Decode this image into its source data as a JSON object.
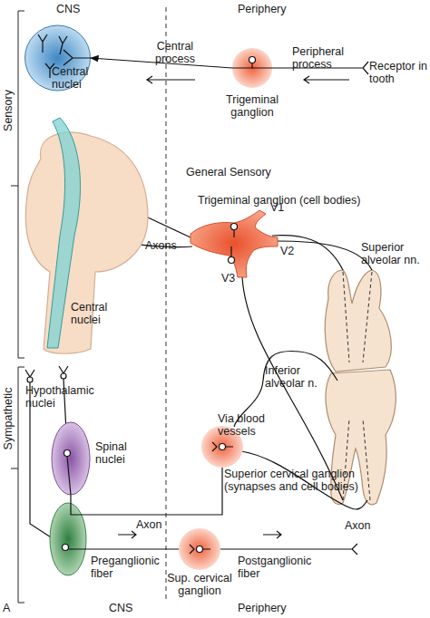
{
  "diagram": {
    "nodes": [
      {
        "text": [
          "Central nuclei"
        ]
      },
      {
        "text": [
          "Trigeminal ganglion"
        ]
      },
      {
        "text": [
          "Central nuclei"
        ]
      },
      {
        "text": [
          "Trigeminal ganglion (cell bodies)"
        ]
      },
      {
        "text": [
          "Spinal nuclei"
        ]
      },
      {
        "text": [
          "Superior cervical ganglion (synapses and cell bodies)"
        ]
      },
      {
        "text": [
          "Sup. cervical ganglion"
        ]
      }
    ],
    "edges": [
      {
        "from": 1,
        "to": 0,
        "arrow": "to",
        "label": "Central process"
      },
      {
        "from": 3,
        "to": 2,
        "arrow": "none",
        "label": "Axons"
      },
      {
        "from": 4,
        "to": 5,
        "arrow": "none",
        "label": "Axon"
      }
    ],
    "labels": [
      "CNS",
      "Periphery",
      "Sensory",
      "Receptor in tooth",
      "Peripheral process",
      "General Sensory",
      "V1",
      "V2",
      "V3",
      "Superior alveolar nn.",
      "Inferior alveolar n.",
      "Via blood vessels",
      "Axon",
      "Hypothalamic nuclei",
      "Sympathetic",
      "Preganglionic fiber",
      "Postganglionic fiber",
      "CNS",
      "Periphery",
      "A"
    ]
  }
}
